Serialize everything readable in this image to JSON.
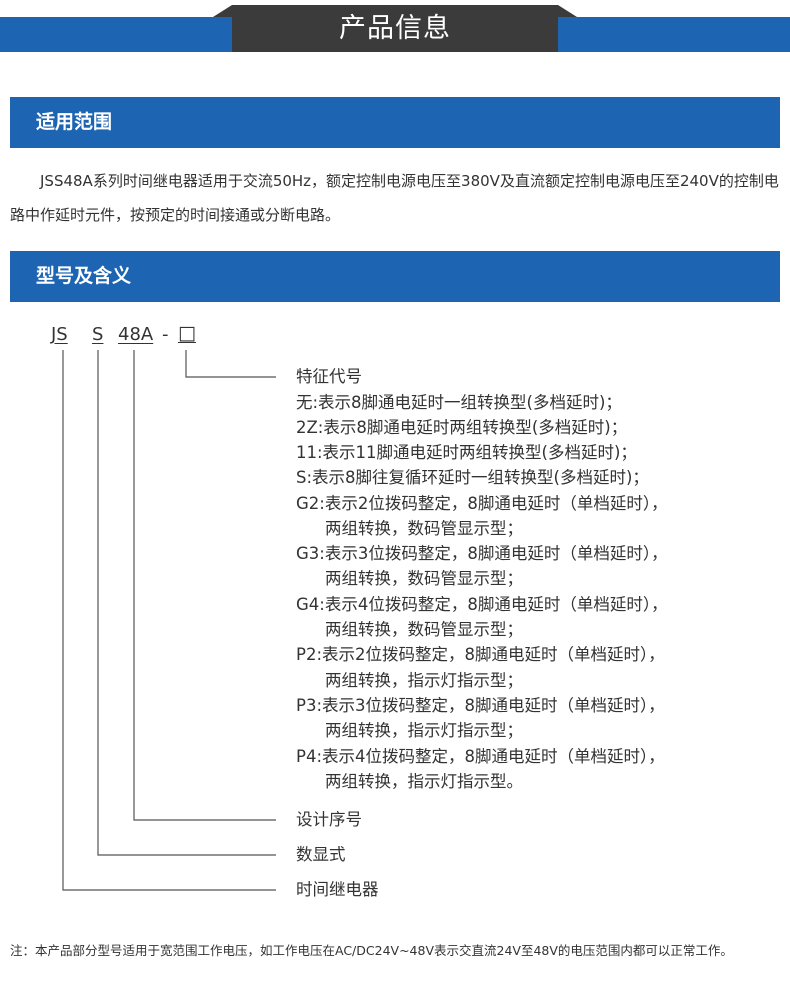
{
  "banner": {
    "title": "产品信息"
  },
  "section_scope": {
    "heading": "适用范围",
    "text": "JSS48A系列时间继电器适用于交流50Hz，额定控制电源电压至380V及直流额定控制电源电压至240V的控制电路中作延时元件，按预定的时间接通或分断电路。"
  },
  "section_model": {
    "heading": "型号及含义",
    "code": {
      "js": "JS",
      "s": "S",
      "model": "48A",
      "dash": "-",
      "box": "□"
    },
    "feature_title": "特征代号",
    "features": [
      "无:表示8脚通电延时一组转换型(多档延时)；",
      "2Z:表示8脚通电延时两组转换型(多档延时)；",
      "11:表示11脚通电延时两组转换型(多档延时)；",
      "S:表示8脚往复循环延时一组转换型(多档延时)；",
      "G2:表示2位拨码整定，8脚通电延时（单档延时），",
      "两组转换，数码管显示型；",
      "G3:表示3位拨码整定，8脚通电延时（单档延时），",
      "两组转换，数码管显示型；",
      "G4:表示4位拨码整定，8脚通电延时（单档延时），",
      "两组转换，数码管显示型；",
      "P2:表示2位拨码整定，8脚通电延时（单档延时），",
      "两组转换，指示灯指示型；",
      "P3:表示3位拨码整定，8脚通电延时（单档延时），",
      "两组转换，指示灯指示型；",
      "P4:表示4位拨码整定，8脚通电延时（单档延时），",
      "两组转换，指示灯指示型。"
    ],
    "design_serial": "设计序号",
    "digital_display": "数显式",
    "time_relay": "时间继电器"
  },
  "note": "注：本产品部分型号适用于宽范围工作电压，如工作电压在AC/DC24V~48V表示交直流24V至48V的电压范围内都可以正常工作。",
  "colors": {
    "accent": "#1d65b3",
    "tab": "#3b3b3b",
    "text": "#333333",
    "line": "#555555"
  }
}
